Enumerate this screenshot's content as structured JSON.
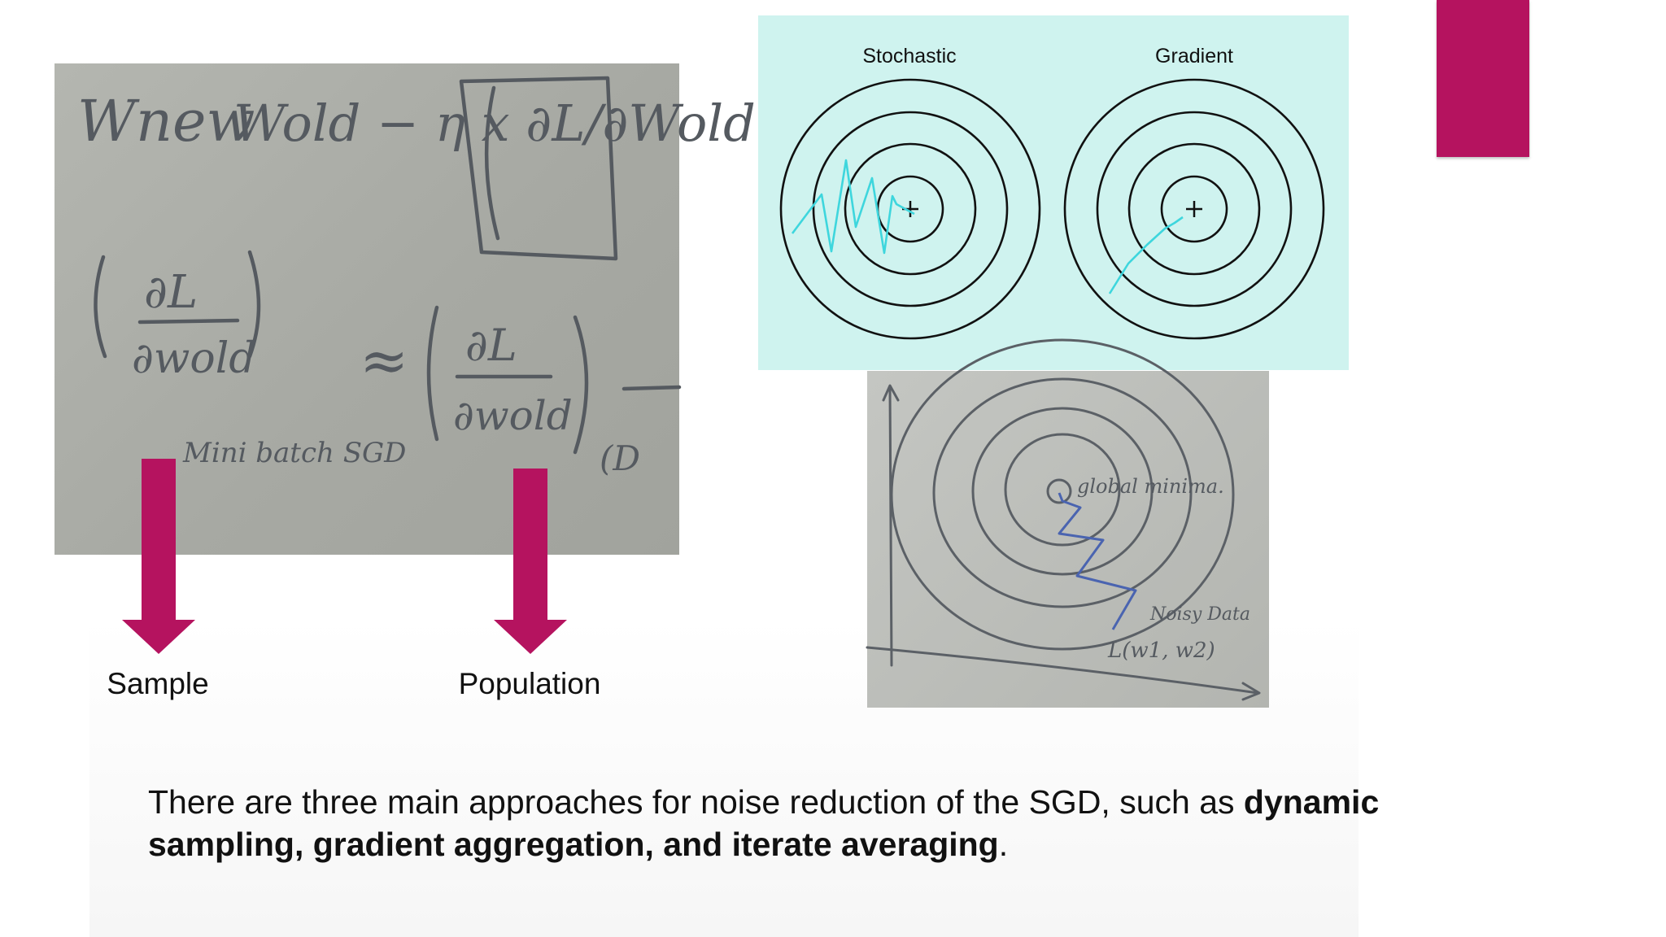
{
  "accent_color": "#b5135f",
  "formula_photo": {
    "equation_lhs": "Wnew",
    "equation_rhs": "Wold − η x ∂L/∂Wold",
    "batch_note": "Mini batch SGD",
    "approx_symbol": "≈",
    "population_subscript": "(D"
  },
  "arrows": [
    {
      "label": "Sample",
      "icon": "down-arrow-icon"
    },
    {
      "label": "Population",
      "icon": "down-arrow-icon"
    }
  ],
  "circles_panel": {
    "background": "#cff3ef",
    "labels": [
      "Stochastic",
      "Gradient"
    ]
  },
  "contour_photo": {
    "notes": [
      "global minima.",
      "Noisy Data",
      "L(w1, w2)"
    ]
  },
  "caption": {
    "intro": "There are three main approaches for noise reduction of the SGD, such as ",
    "emphasis": "dynamic sampling, gradient aggregation, and iterate averaging",
    "end": "."
  }
}
